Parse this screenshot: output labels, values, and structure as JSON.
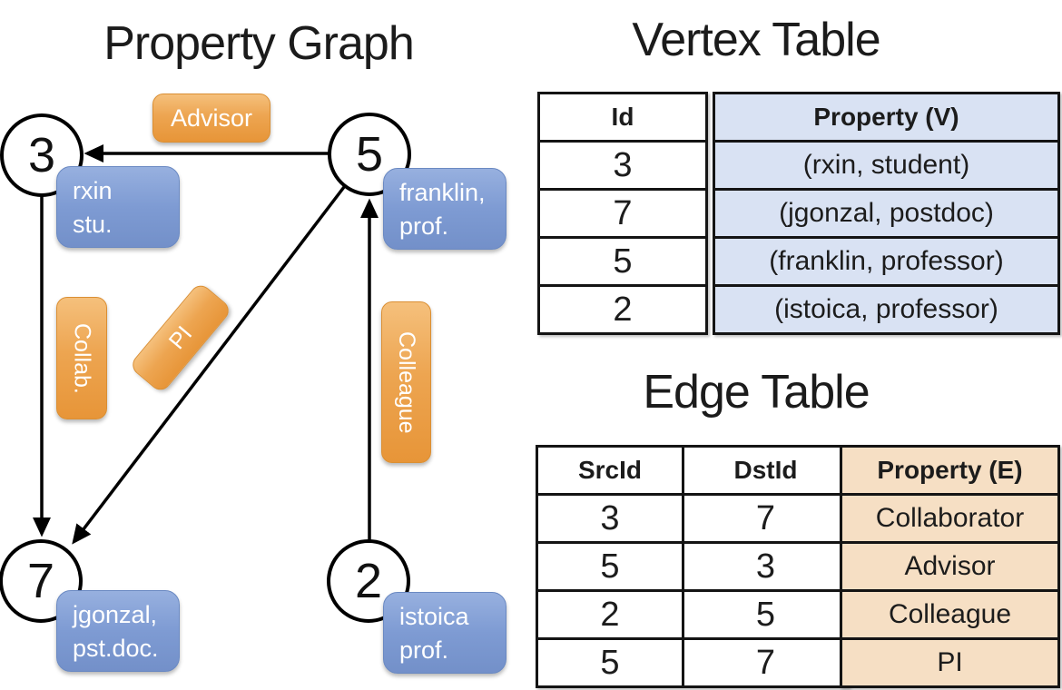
{
  "graph": {
    "title": "Property Graph",
    "nodes": [
      {
        "label": "3",
        "prop": [
          "rxin",
          "stu."
        ]
      },
      {
        "label": "5",
        "prop": [
          "franklin,",
          "prof."
        ]
      },
      {
        "label": "7",
        "prop": [
          "jgonzal,",
          "pst.doc."
        ]
      },
      {
        "label": "2",
        "prop": [
          "istoica",
          "prof."
        ]
      }
    ],
    "edges": [
      {
        "label": "Advisor",
        "from": "5",
        "to": "3"
      },
      {
        "label": "Collab.",
        "from": "3",
        "to": "7"
      },
      {
        "label": "PI",
        "from": "5",
        "to": "7"
      },
      {
        "label": "Colleague",
        "from": "2",
        "to": "5"
      }
    ]
  },
  "vertex_table": {
    "title": "Vertex Table",
    "columns": [
      "Id",
      "Property (V)"
    ],
    "rows": [
      [
        "3",
        "(rxin, student)"
      ],
      [
        "7",
        "(jgonzal, postdoc)"
      ],
      [
        "5",
        "(franklin, professor)"
      ],
      [
        "2",
        "(istoica, professor)"
      ]
    ]
  },
  "edge_table": {
    "title": "Edge Table",
    "columns": [
      "SrcId",
      "DstId",
      "Property (E)"
    ],
    "rows": [
      [
        "3",
        "7",
        "Collaborator"
      ],
      [
        "5",
        "3",
        "Advisor"
      ],
      [
        "2",
        "5",
        "Colleague"
      ],
      [
        "5",
        "7",
        "PI"
      ]
    ]
  },
  "colors": {
    "edge_label_orange": "#ED9F48",
    "vertex_prop_blue": "#7E9BD3",
    "vertex_table_fill": "#D9E2F3",
    "edge_table_fill": "#F6DFC4",
    "line_color": "#000000"
  }
}
